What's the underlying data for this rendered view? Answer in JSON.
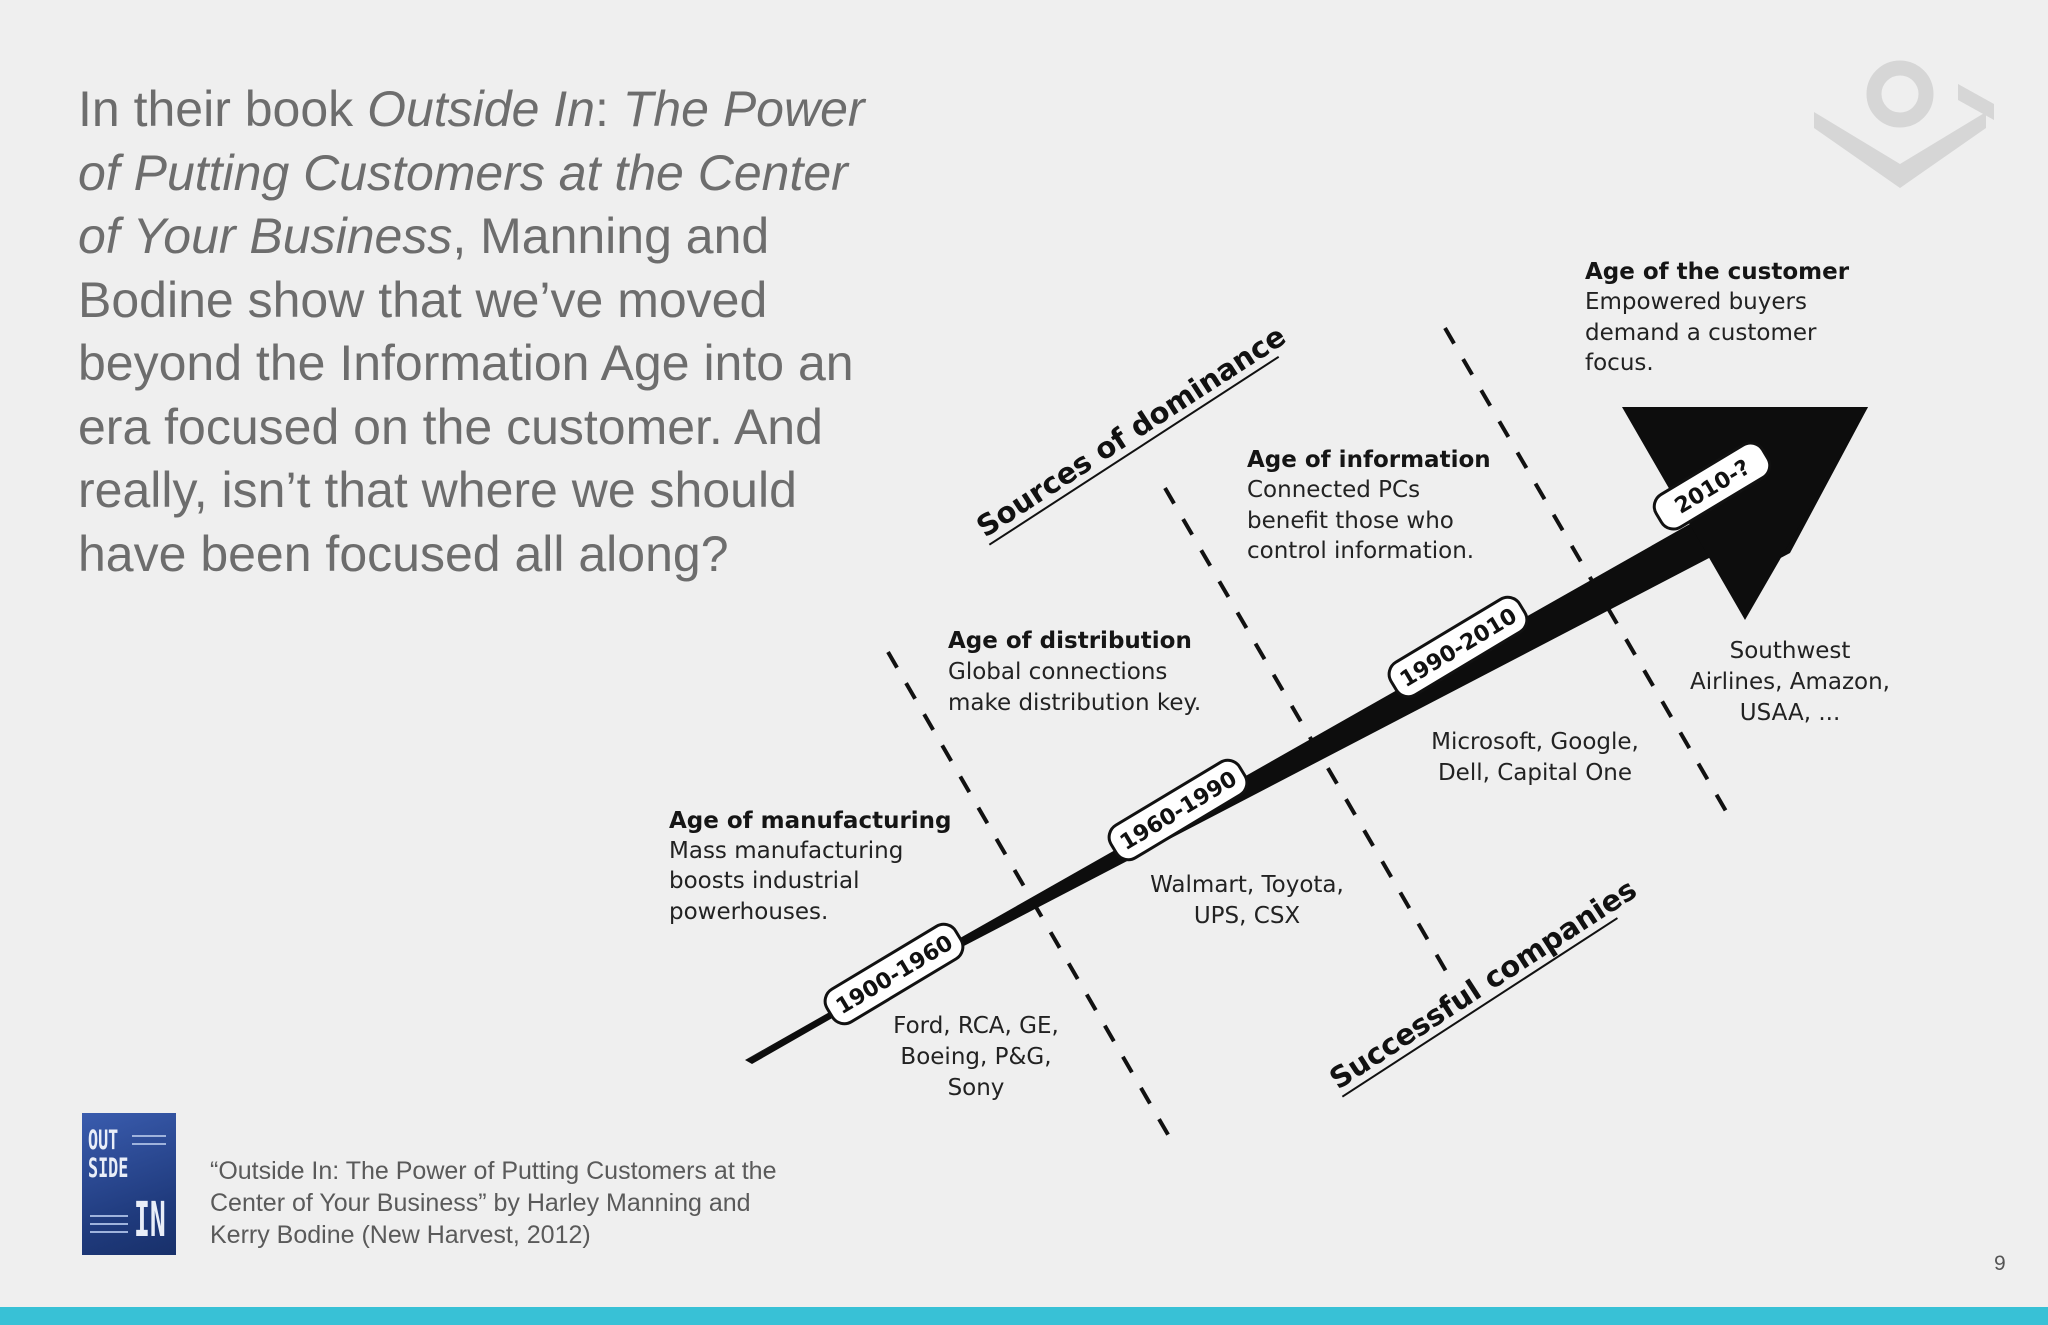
{
  "intro": {
    "p1": "In their book ",
    "title_a": "Outside In",
    "p2": ": ",
    "title_b": "The Power of Putting Customers at the Center of Your Business",
    "p3": ", Manning and Bodine show that we’ve moved beyond the Information Age into an era focused on the customer. And really, isn’t that where we should have been focused all along?"
  },
  "axes": {
    "sources": "Sources of dominance",
    "companies": "Successful companies"
  },
  "eras": [
    {
      "title": "Age of manufacturing",
      "desc": [
        "Mass manufacturing",
        "boosts industrial",
        "powerhouses."
      ],
      "period": "1900-1960",
      "companies": [
        "Ford, RCA, GE,",
        "Boeing, P&G,",
        "Sony"
      ]
    },
    {
      "title": "Age of distribution",
      "desc": [
        "Global connections",
        "make distribution key."
      ],
      "period": "1960-1990",
      "companies": [
        "Walmart, Toyota,",
        "UPS, CSX"
      ]
    },
    {
      "title": "Age of information",
      "desc": [
        "Connected PCs",
        "benefit those who",
        "control information."
      ],
      "period": "1990-2010",
      "companies": [
        "Microsoft, Google,",
        "Dell, Capital One"
      ]
    },
    {
      "title": "Age of the customer",
      "desc": [
        "Empowered buyers",
        "demand a customer",
        "focus."
      ],
      "period": "2010-?",
      "companies": [
        "Southwest",
        "Airlines, Amazon,",
        "USAA, ..."
      ]
    }
  ],
  "citation": "“Outside In: The Power of Putting Customers at the Center of Your Business” by Harley Manning and Kerry Bodine (New Harvest, 2012)",
  "cover": {
    "word1": "OUT",
    "word2": "SIDE",
    "word3": "IN"
  },
  "page_number": "9",
  "colors": {
    "accent_bar": "#38c1d6",
    "background": "#efefef",
    "arrow": "#0d0d0d"
  },
  "icons": {
    "logo": "forrester-logo-icon",
    "book": "book-cover-image"
  }
}
